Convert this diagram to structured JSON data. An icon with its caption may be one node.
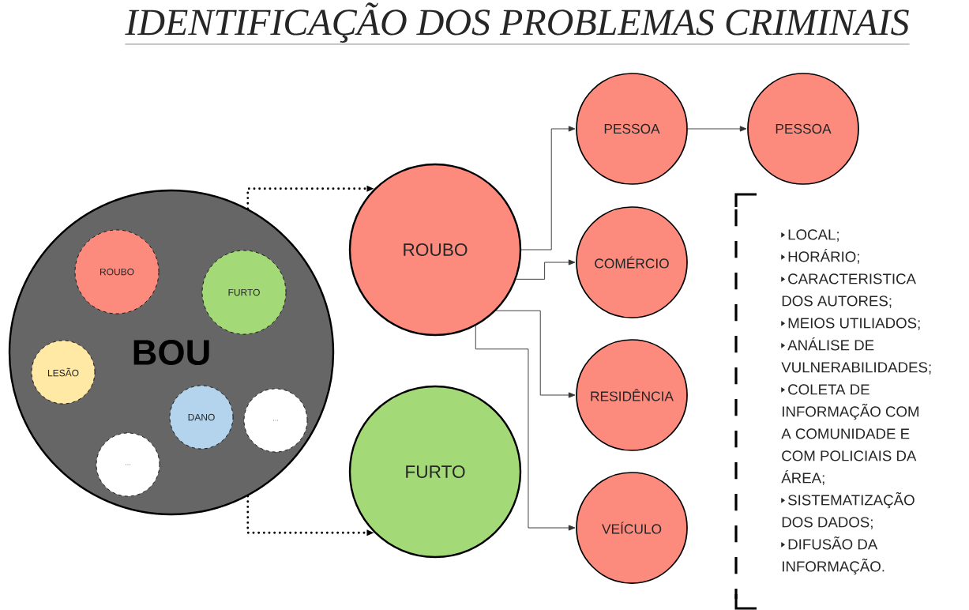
{
  "diagram": {
    "title": "IDENTIFICAÇÃO DOS PROBLEMAS CRIMINAIS",
    "nodes": [
      {
        "text": [
          "BOU"
        ]
      },
      {
        "text": [
          "ROUBO"
        ],
        "in": 0
      },
      {
        "text": [
          "FURTO"
        ],
        "in": 0
      },
      {
        "text": [
          "LESÃO"
        ],
        "in": 0
      },
      {
        "text": [
          "DANO"
        ],
        "in": 0
      },
      {
        "text": [
          "..."
        ],
        "in": 0
      },
      {
        "text": [
          "..."
        ],
        "in": 0
      },
      {
        "text": [
          "ROUBO"
        ]
      },
      {
        "text": [
          "FURTO"
        ]
      },
      {
        "text": [
          "PESSOA"
        ]
      },
      {
        "text": [
          "PESSOA"
        ]
      },
      {
        "text": [
          "COMÉRCIO"
        ]
      },
      {
        "text": [
          "RESIDÊNCIA"
        ]
      },
      {
        "text": [
          "VEÍCULO"
        ]
      }
    ],
    "edges": [
      {
        "from": 0,
        "to": 7,
        "arrow": "to",
        "style": "dashed"
      },
      {
        "from": 0,
        "to": 8,
        "arrow": "to",
        "style": "dashed"
      },
      {
        "from": 7,
        "to": 9,
        "arrow": "to"
      },
      {
        "from": 7,
        "to": 11,
        "arrow": "to"
      },
      {
        "from": 7,
        "to": 12,
        "arrow": "to"
      },
      {
        "from": 7,
        "to": 13,
        "arrow": "to"
      },
      {
        "from": 9,
        "to": 10,
        "arrow": "to"
      }
    ],
    "labels": [
      "LOCAL;",
      "HORÁRIO;",
      "CARACTERISTICA DOS AUTORES;",
      "MEIOS UTILIADOS;",
      "ANÁLISE DE VULNERABILIDADES;",
      "COLETA DE INFORMAÇÃO COM A COMUNIDADE E COM POLICIAIS DA ÁREA;",
      "SISTEMATIZAÇÃO DOS DADOS;",
      "DIFUSÃO DA INFORMAÇÃO."
    ]
  }
}
